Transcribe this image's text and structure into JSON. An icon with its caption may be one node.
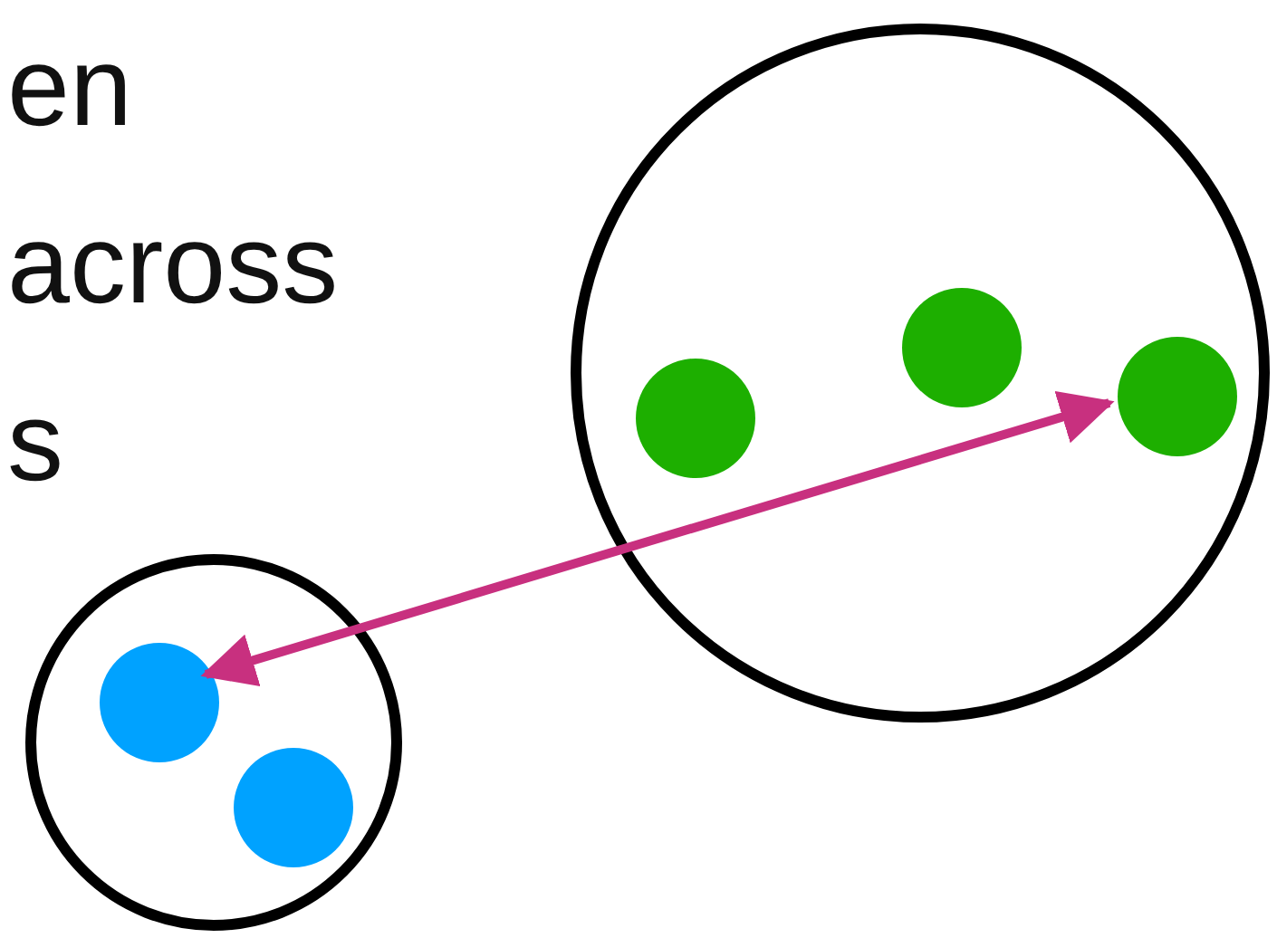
{
  "diagram": {
    "nodes": [
      {
        "text": [],
        "shape": "circle"
      },
      {
        "text": [],
        "shape": "circle",
        "in": 0
      },
      {
        "text": [],
        "shape": "circle",
        "in": 0
      },
      {
        "text": [],
        "shape": "circle",
        "in": 0
      },
      {
        "text": [],
        "shape": "circle"
      },
      {
        "text": [],
        "shape": "circle",
        "in": 4
      },
      {
        "text": [],
        "shape": "circle",
        "in": 4
      }
    ],
    "edges": [
      {
        "from": 5,
        "to": 3,
        "arrow": "both",
        "color": "#c8307f"
      }
    ],
    "labels": [
      "en across s"
    ]
  }
}
